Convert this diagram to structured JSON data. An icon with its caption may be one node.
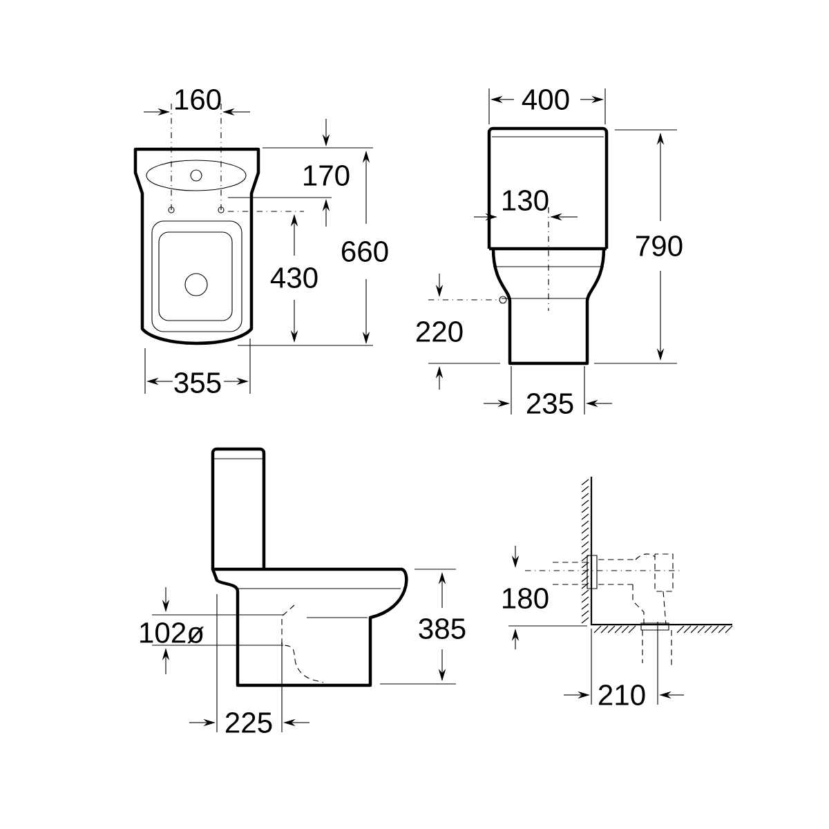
{
  "diagram": {
    "labels": [
      "160",
      "400",
      "170",
      "130",
      "660",
      "790",
      "430",
      "220",
      "355",
      "235",
      "385",
      "102ø",
      "180",
      "225",
      "210"
    ]
  }
}
